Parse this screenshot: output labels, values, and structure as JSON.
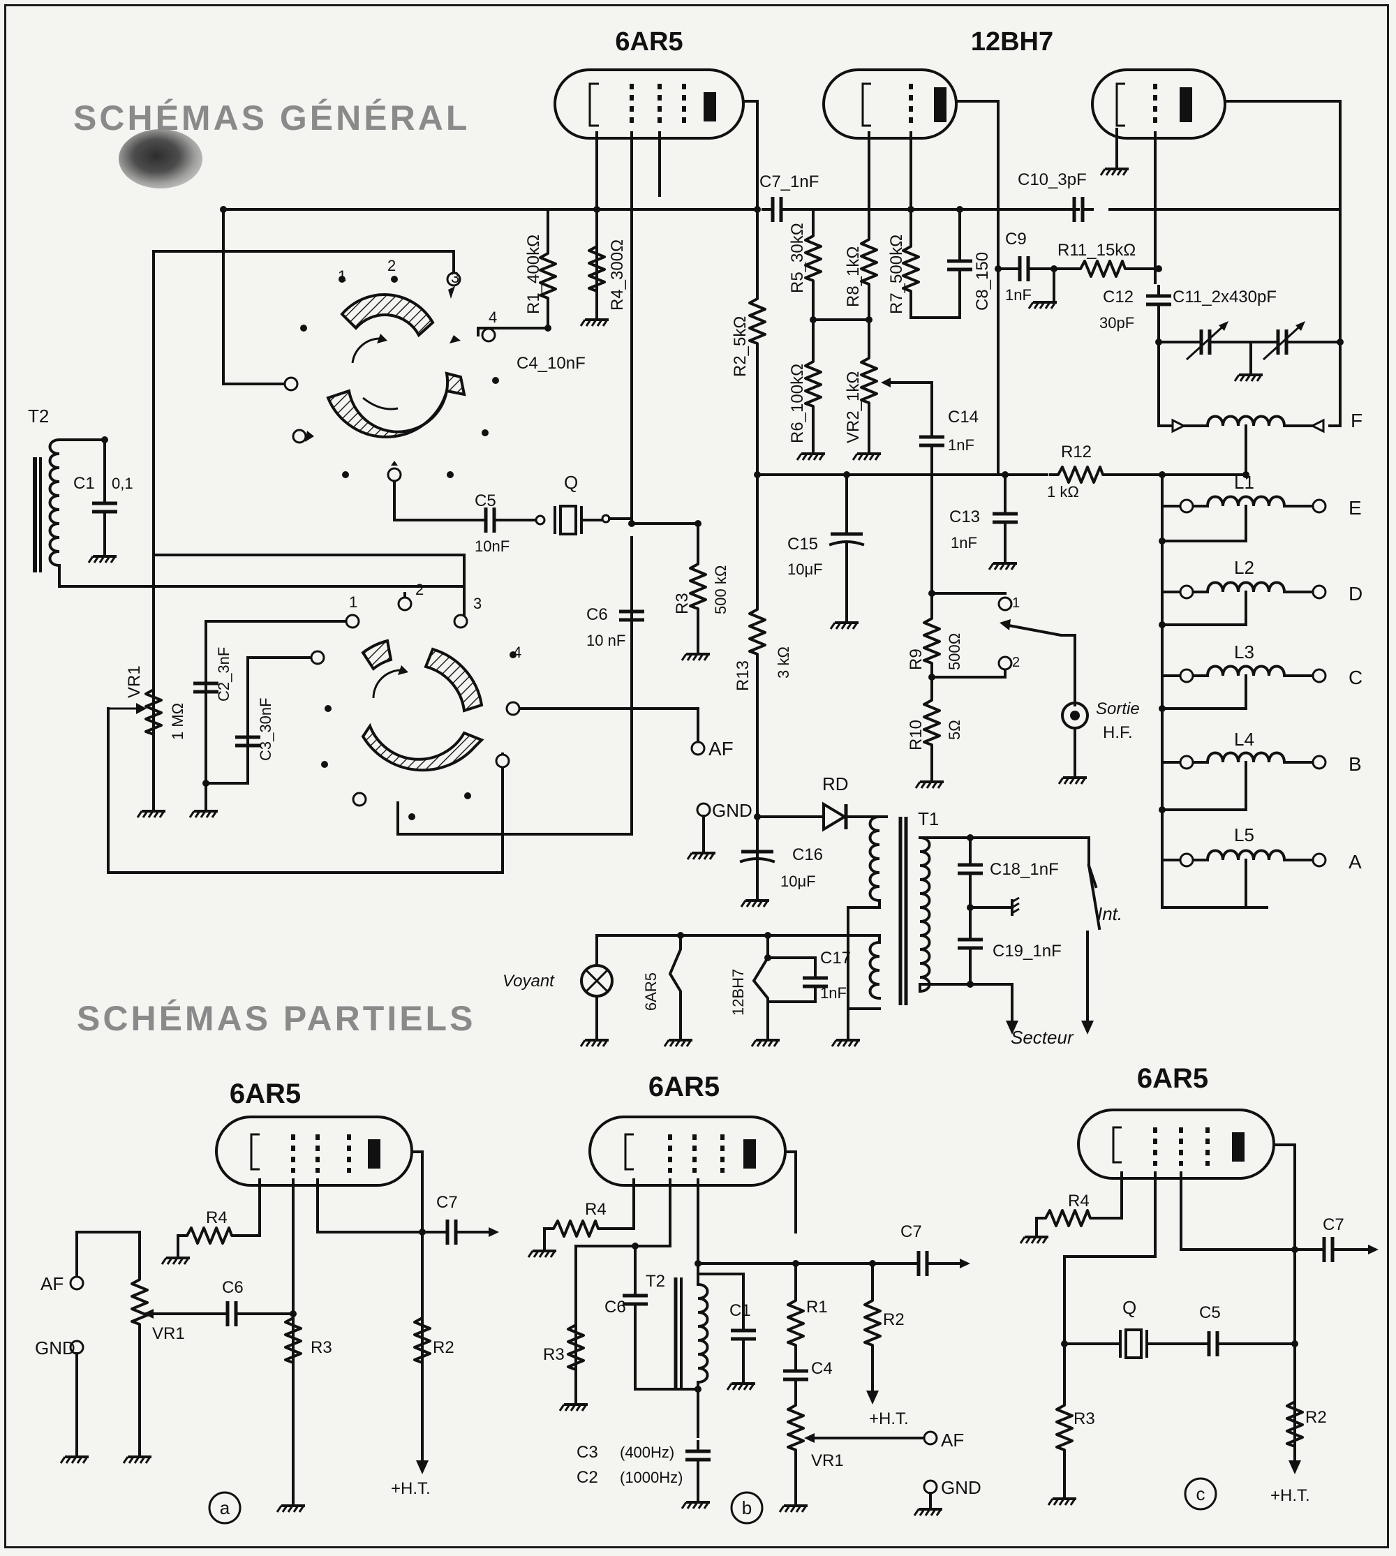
{
  "headings": {
    "general": "SCHÉMAS GÉNÉRAL",
    "partial": "SCHÉMAS PARTIELS"
  },
  "tubes": {
    "main_pentode": "6AR5",
    "double_triode": "12BH7",
    "partial_a": "6AR5",
    "partial_b": "6AR5",
    "partial_c": "6AR5"
  },
  "components": {
    "t2": "T2",
    "c1": "C1",
    "c1_value": "0,1",
    "r1": "R1_400kΩ",
    "r4": "R4_300Ω",
    "c4": "C4_10nF",
    "c5": "C5",
    "c5_value": "10nF",
    "q": "Q",
    "r3": "R3",
    "r3_value": "500 kΩ",
    "c6": "C6",
    "c6_value": "10 nF",
    "vr1": "VR1",
    "vr1_value": "1 MΩ",
    "c2": "C2_3nF",
    "c3": "C3_30nF",
    "c7": "C7_1nF",
    "r2": "R2_5kΩ",
    "r5": "R5_30kΩ",
    "r6": "R6_100kΩ",
    "r8": "R8_1kΩ",
    "vr2": "VR2_1kΩ",
    "r7": "R7_500kΩ",
    "c8": "C8_150",
    "c9": "C9",
    "c9_value": "1nF",
    "r11": "R11_15kΩ",
    "c10": "C10_3pF",
    "c12": "C12",
    "c12_value": "30pF",
    "c11": "C11_2x430pF",
    "c14": "C14",
    "c14_value": "1nF",
    "r12": "R12",
    "r12_value": "1 kΩ",
    "c13": "C13",
    "c13_value": "1nF",
    "c15": "C15",
    "c15_value": "10μF",
    "r13": "R13",
    "r13_value": "3 kΩ",
    "r9": "R9",
    "r9_value": "500Ω",
    "r10": "R10",
    "r10_value": "5Ω",
    "rd": "RD",
    "t1": "T1",
    "c16": "C16",
    "c16_value": "10μF",
    "c17": "C17",
    "c17_value": "1nF",
    "c18": "C18_1nF",
    "c19": "C19_1nF",
    "l1": "L1",
    "l2": "L2",
    "l3": "L3",
    "l4": "L4",
    "l5": "L5"
  },
  "terminals": {
    "af": "AF",
    "gnd": "GND",
    "f": "F",
    "e": "E",
    "d": "D",
    "c": "C",
    "b": "B",
    "a": "A",
    "sortie_1": "Sortie",
    "sortie_2": "H.F.",
    "switch_pos_1": "1",
    "switch_pos_2": "2",
    "int": "Int.",
    "secteur": "Secteur",
    "voyant": "Voyant",
    "heater_6ar5": "6AR5",
    "heater_12bh7": "12BH7"
  },
  "switch_positions": {
    "upper": [
      "1",
      "2",
      "3",
      "4"
    ],
    "lower": [
      "1",
      "2",
      "3",
      "4"
    ]
  },
  "partials": {
    "a": {
      "r4": "R4",
      "c7": "C7",
      "af": "AF",
      "gnd": "GND",
      "c6": "C6",
      "vr1": "VR1",
      "r3": "R3",
      "r2": "R2",
      "ht": "+H.T.",
      "tag": "a"
    },
    "b": {
      "r4": "R4",
      "c7": "C7",
      "t2": "T2",
      "c6": "C6",
      "c1": "C1",
      "r1": "R1",
      "r2": "R2",
      "r3": "R3",
      "c4": "C4",
      "ht": "+H.T.",
      "af": "AF",
      "vr1": "VR1",
      "gnd": "GND",
      "c3": "C3",
      "c3_note": "(400Hz)",
      "c2": "C2",
      "c2_note": "(1000Hz)",
      "tag": "b"
    },
    "c": {
      "r4": "R4",
      "c7": "C7",
      "q": "Q",
      "c5": "C5",
      "r3": "R3",
      "r2": "R2",
      "ht": "+H.T.",
      "tag": "c"
    }
  }
}
